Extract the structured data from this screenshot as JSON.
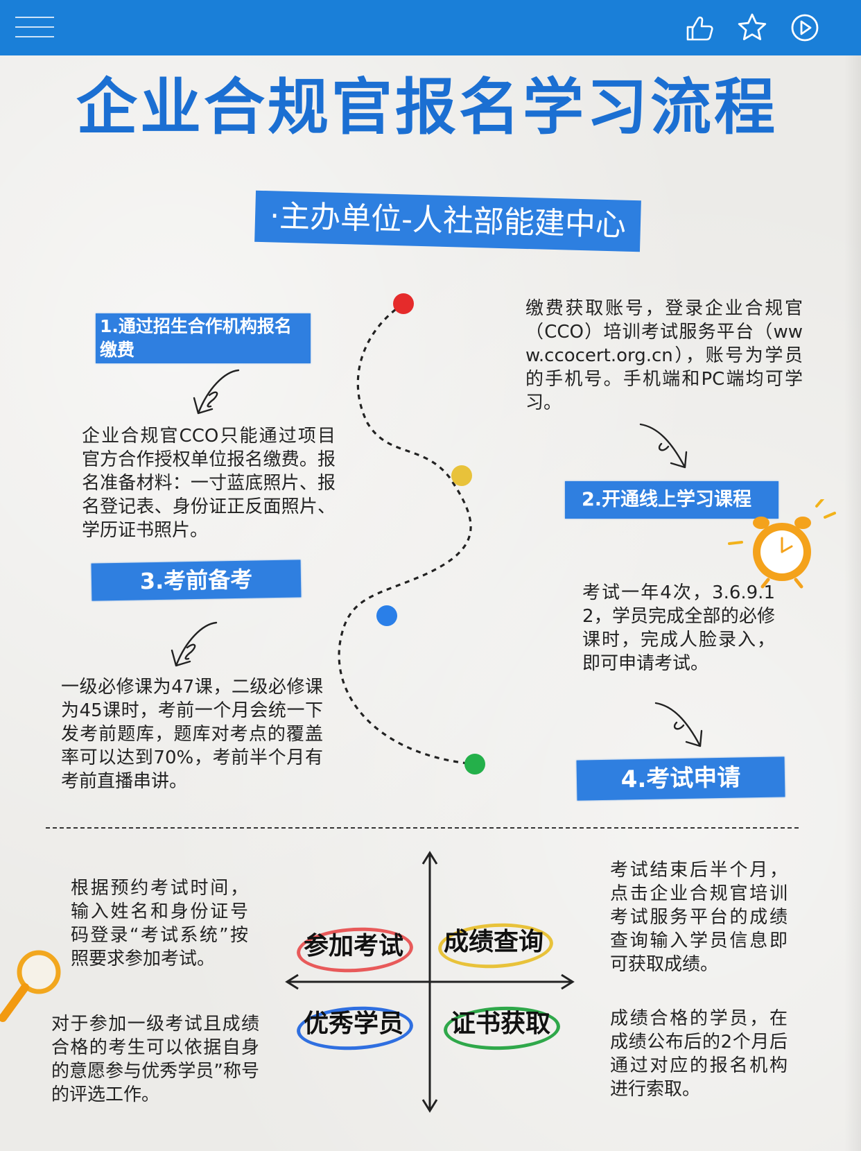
{
  "title": "企业合规官报名学习流程",
  "organizer": "·主办单位-人社部能建中心",
  "steps": [
    {
      "label": "1.通过招生合作机构报名缴费",
      "text": "企业合规官CCO只能通过项目官方合作授权单位报名缴费。报名准备材料：一寸蓝底照片、报名登记表、身份证正反面照片、学历证书照片。"
    },
    {
      "label": "2.开通线上学习课程",
      "text": "缴费获取账号，登录企业合规官（CCO）培训考试服务平台（www.ccocert.org.cn），账号为学员的手机号。手机端和PC端均可学习。"
    },
    {
      "label": "3.考前备考",
      "text": "一级必修课为47课，二级必修课为45课时，考前一个月会统一下发考前题库，题库对考点的覆盖率可以达到70%，考前半个月有考前直播串讲。"
    },
    {
      "label": "4.考试申请",
      "text": "考试一年4次，3.6.9.12，学员完成全部的必修课时，完成人脸录入，即可申请考试。"
    }
  ],
  "quadrants": [
    {
      "word": "参加考试",
      "ring_color": "#e85a5a",
      "text": "根据预约考试时间，输入姓名和身份证号码登录“考试系统”按照要求参加考试。"
    },
    {
      "word": "成绩查询",
      "ring_color": "#e8c23a",
      "text": "考试结束后半个月，点击企业合规官培训考试服务平台的成绩查询输入学员信息即可获取成绩。"
    },
    {
      "word": "优秀学员",
      "ring_color": "#2f6fe0",
      "text": "对于参加一级考试且成绩合格的考生可以依据自身的意愿参与优秀学员”称号的评选工作。"
    },
    {
      "word": "证书获取",
      "ring_color": "#2fa84a",
      "text": "成绩合格的学员，在成绩公布后的2个月后通过对应的报名机构进行索取。"
    }
  ],
  "path_dot_colors": [
    "#e52b2b",
    "#e8c23a",
    "#2a7fe8",
    "#24b04a"
  ],
  "colors": {
    "brand_blue": "#1a7fd8",
    "label_blue": "#2f7fe0",
    "title_blue": "#1b6fd2"
  },
  "icons": [
    "menu-icon",
    "thumbs-up-icon",
    "star-icon",
    "play-icon",
    "alarm-clock-icon",
    "magnifier-icon"
  ]
}
